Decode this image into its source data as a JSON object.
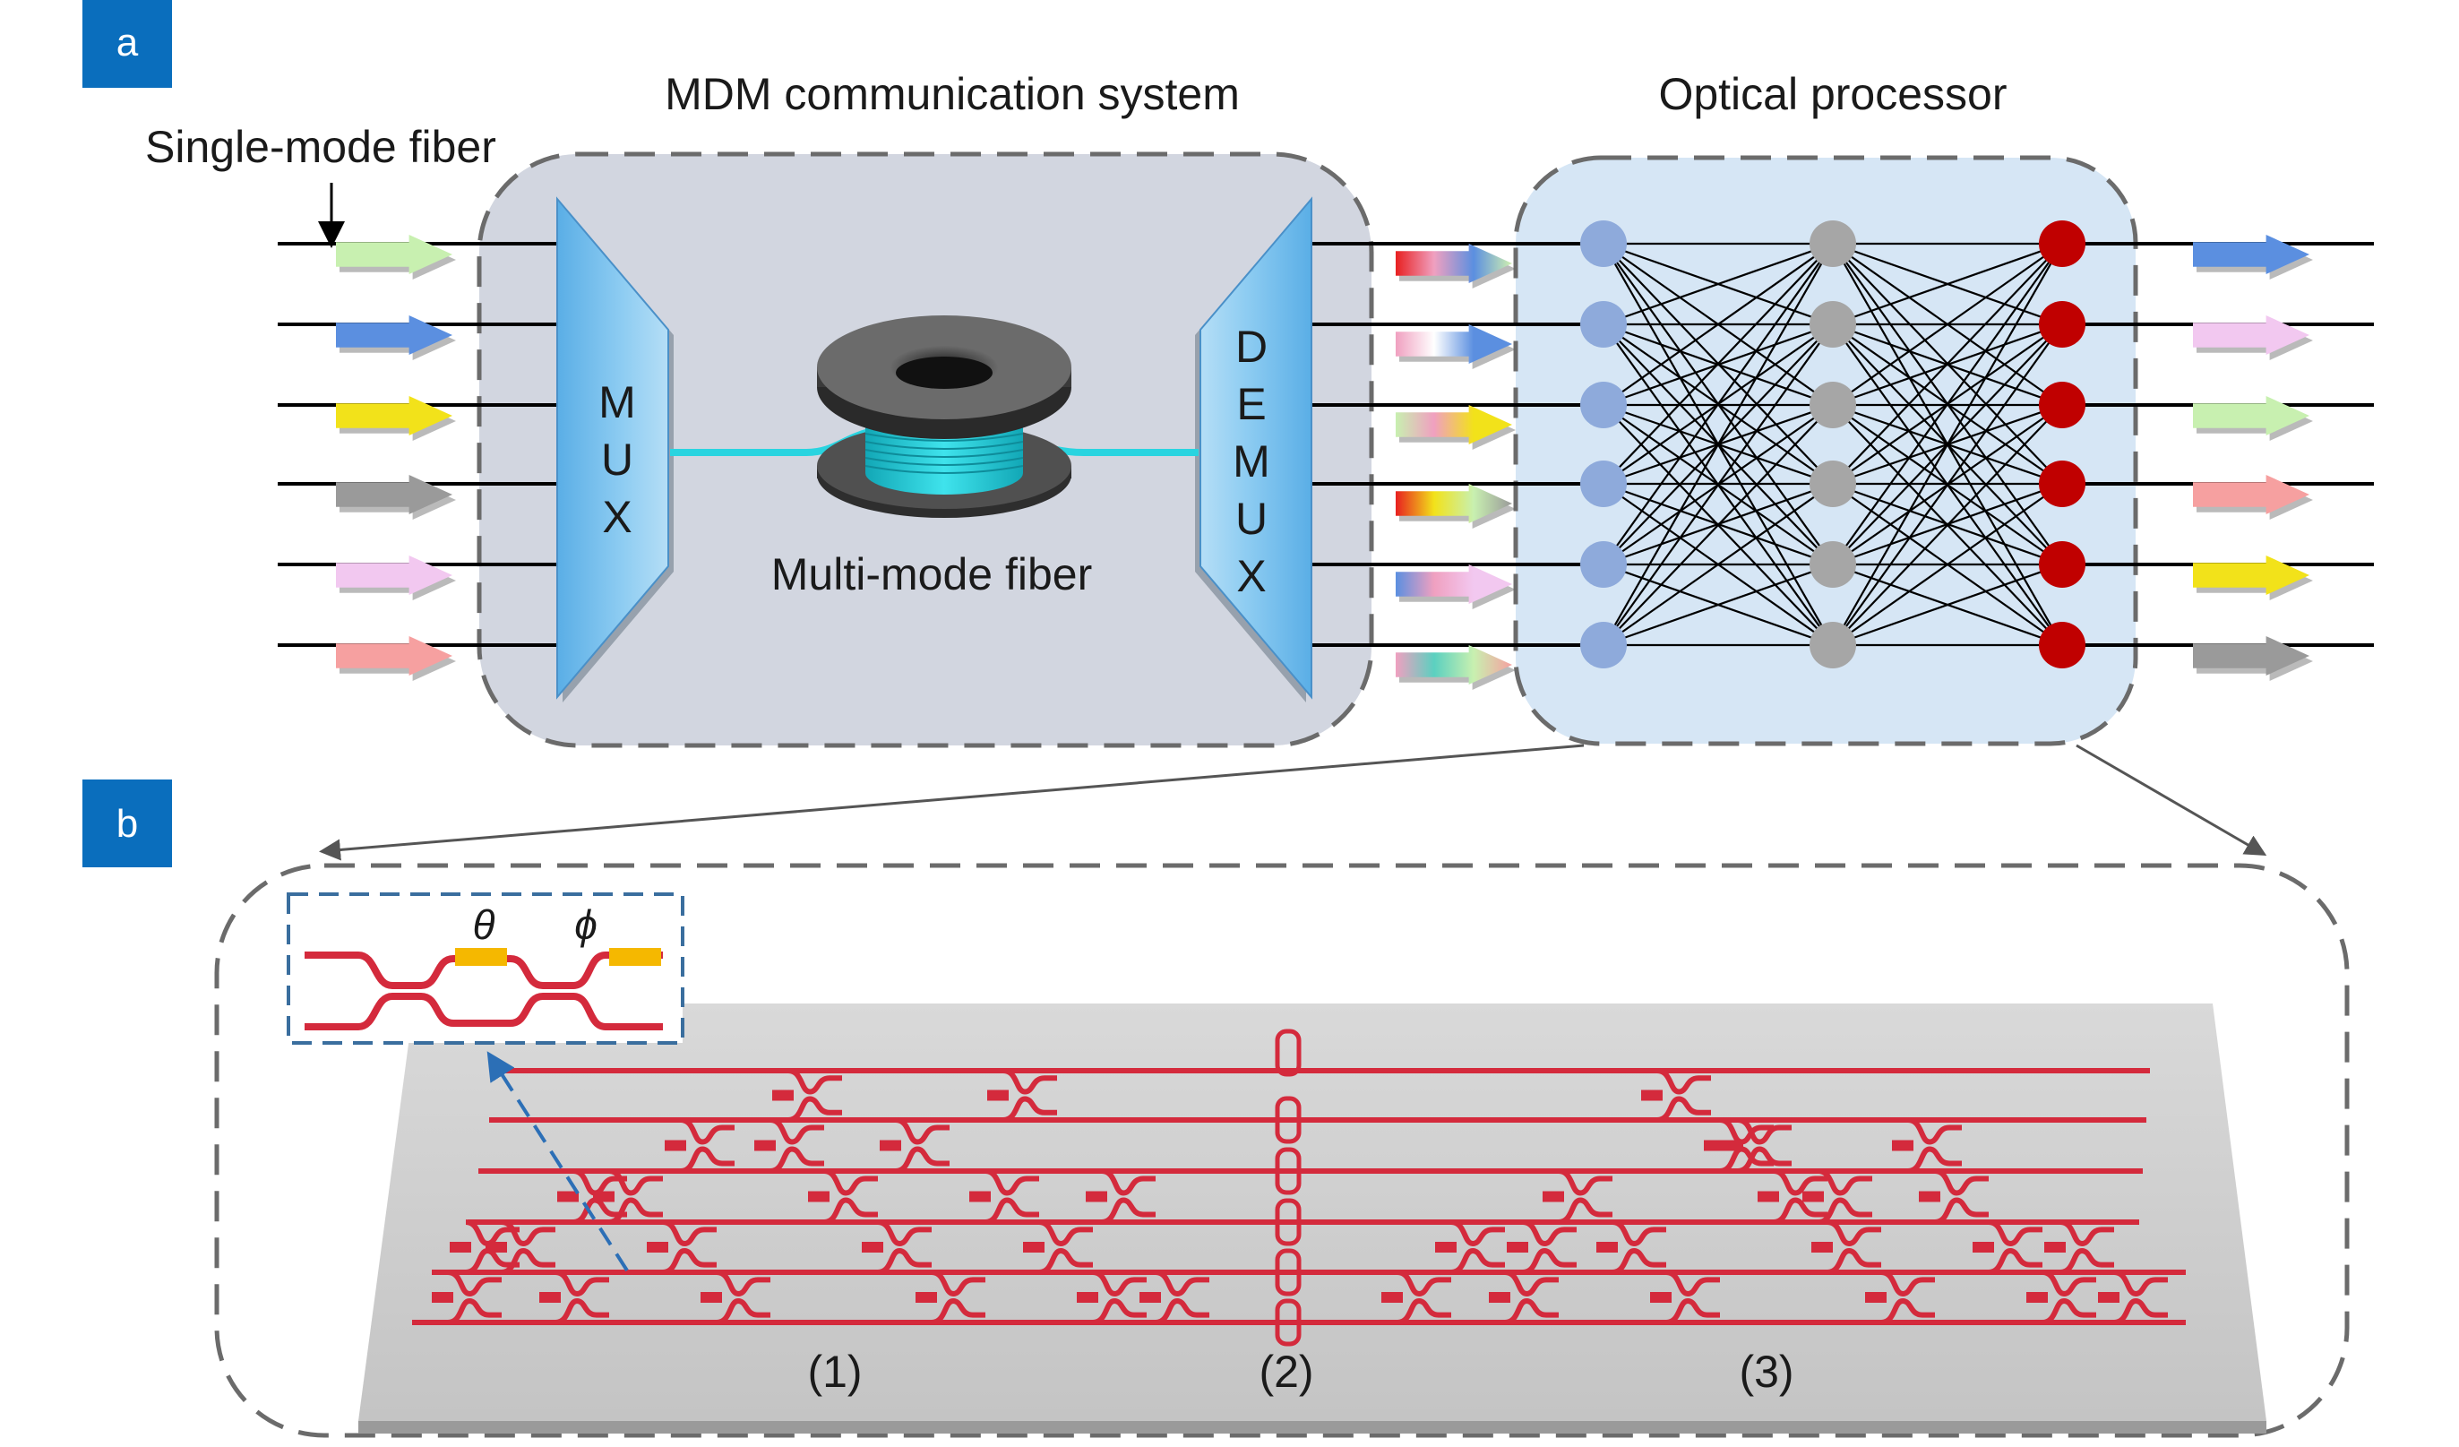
{
  "panel_a": {
    "letter": "a",
    "label_single_mode_fiber": "Single-mode fiber",
    "label_mdm_system": "MDM communication system",
    "label_optical_processor": "Optical processor",
    "label_multimode_fiber": "Multi-mode fiber",
    "mux_letters": [
      "M",
      "U",
      "X"
    ],
    "demux_letters": [
      "D",
      "E",
      "M",
      "U",
      "X"
    ],
    "input_arrow_colors": [
      "#c8f0b0",
      "#5b8fe0",
      "#f2e21a",
      "#9a9a9a",
      "#f2c8f0",
      "#f6a0a0"
    ],
    "output_arrow_colors": [
      "#5b8fe0",
      "#f2c8f0",
      "#c8f0b0",
      "#f6a0a0",
      "#f2e21a",
      "#9a9a9a"
    ],
    "mixed_arrow_colors": [
      [
        "#e82020",
        "#f0a0c0",
        "#5b8fe0",
        "#d0f0b0"
      ],
      [
        "#f0a0c0",
        "#ffffff",
        "#5b8fe0",
        "#5b8fe0"
      ],
      [
        "#c8f0b0",
        "#f0a0c0",
        "#f2e21a",
        "#f2e21a"
      ],
      [
        "#e82020",
        "#f2e21a",
        "#c8f0b0",
        "#9a9a9a"
      ],
      [
        "#5b8fe0",
        "#f0a0c0",
        "#f2c8f0",
        "#f2c8f0"
      ],
      [
        "#f0a0c0",
        "#5bd0c0",
        "#c8f0b0",
        "#f6a0a0"
      ]
    ],
    "node_colors": {
      "input": "#8eaadb",
      "hidden": "#a6a6a6",
      "output": "#c00000"
    },
    "nodes_per_layer": 6
  },
  "panel_b": {
    "letter": "b",
    "inset_theta": "θ",
    "inset_phi": "ϕ",
    "section_labels": [
      "(1)",
      "(2)",
      "(3)"
    ],
    "waveguide_color": "#d42a3c",
    "heater_color": "#f5b800"
  },
  "colors": {
    "panel_badge": "#0a6ebd",
    "mdm_box_fill": "#d2d6e0",
    "processor_box_fill": "#d6e6f5",
    "mux_fill": "#7fc3ee",
    "fiber_cyan": "#29d4e0",
    "chip_fill": "#cfcfcf"
  }
}
